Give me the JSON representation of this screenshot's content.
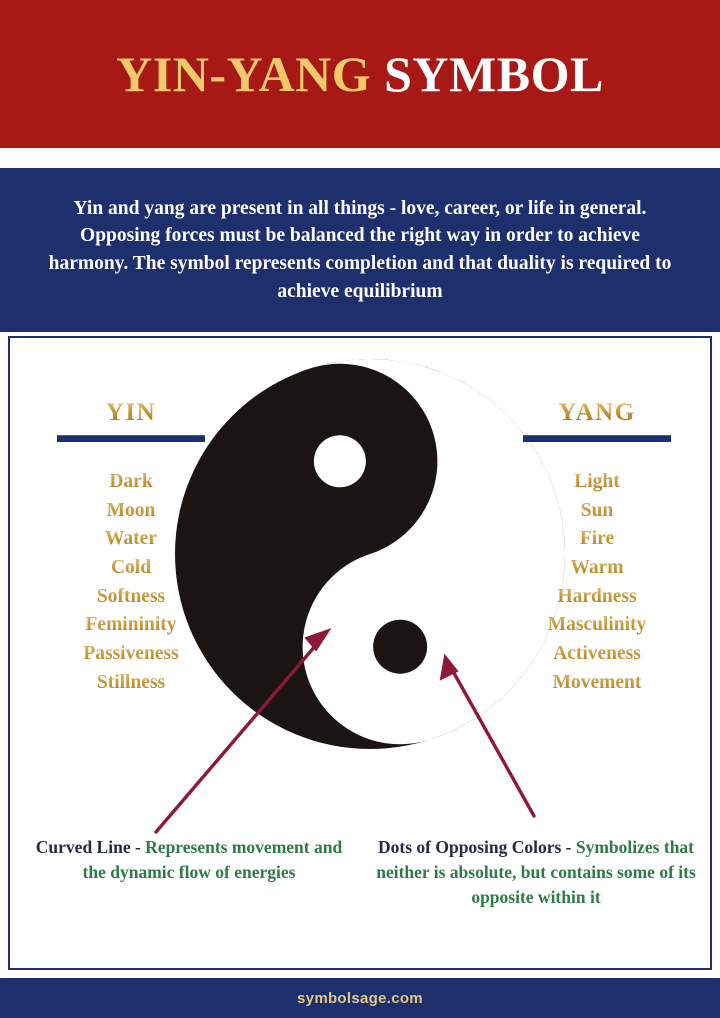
{
  "header": {
    "title_part1": "YIN-YANG ",
    "title_part2": "SYMBOL",
    "background_color": "#a81916",
    "part1_color": "#f2c96a",
    "part2_color": "#ffffff"
  },
  "intro": {
    "text": "Yin and yang are present in all things - love, career, or life in general. Opposing forces must be balanced the right way in order to achieve harmony. The symbol represents completion and that duality is required to achieve equilibrium",
    "background_color": "#1e2f6e",
    "text_color": "#ffffff"
  },
  "columns": {
    "yin": {
      "heading": "YIN",
      "items": [
        "Dark",
        "Moon",
        "Water",
        "Cold",
        "Softness",
        "Femininity",
        "Passiveness",
        "Stillness"
      ]
    },
    "yang": {
      "heading": "YANG",
      "items": [
        "Light",
        "Sun",
        "Fire",
        "Warm",
        "Hardness",
        "Masculinity",
        "Activeness",
        "Movement"
      ]
    },
    "heading_color": "#c9922f",
    "rule_color": "#1e2f6e",
    "item_color": "#c08e2e"
  },
  "symbol": {
    "name": "yin-yang-taijitu",
    "dark_color": "#1a1512",
    "light_color": "#ffffff",
    "small_dot_light_label": "yang-dot-in-yin",
    "small_dot_dark_label": "yin-dot-in-yang"
  },
  "annotations": {
    "arrow_color": "#8e1838",
    "left": {
      "term": "Curved Line - ",
      "description": "Represents movement and the dynamic flow of energies",
      "term_color": "#262b45",
      "description_color": "#2f7a46"
    },
    "right": {
      "term": "Dots of Opposing Colors - ",
      "description": "Symbolizes that neither is absolute, but contains some of its opposite within it",
      "term_color": "#262b45",
      "description_color": "#2f7a46"
    }
  },
  "footer": {
    "site": "symbolsage.com",
    "background_color": "#1e2f6e",
    "text_color": "#e3c882"
  }
}
